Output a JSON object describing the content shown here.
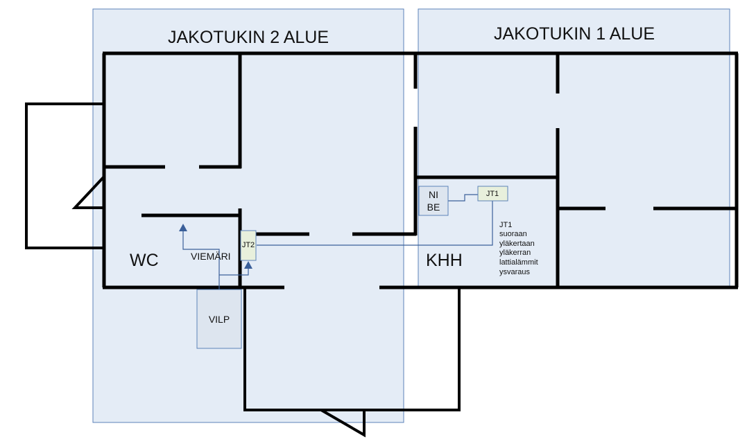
{
  "zones": {
    "zone2_title": "JAKOTUKIN 2 ALUE",
    "zone1_title": "JAKOTUKIN 1 ALUE"
  },
  "rooms": {
    "wc": "WC",
    "khh": "KHH"
  },
  "equipment": {
    "viemari": "VIEMÄRI",
    "vilp": "VILP",
    "jt2": "JT2",
    "jt1": "JT1",
    "nibe_line1": "NI",
    "nibe_line2": "BE"
  },
  "note": {
    "lines": [
      "JT1",
      "suoraan",
      "yläkertaan",
      "yläkerran",
      "lattialämmit",
      "ysvaraus"
    ]
  },
  "colors": {
    "zone_fill": "#e4ecf6",
    "zone_border": "#5b82b8",
    "pipe": "#3a5f99",
    "vilp_fill": "#dde5ef",
    "nibe_fill": "#dde5ef",
    "jt_fill": "#e8f0dc",
    "wall": "#000000"
  }
}
